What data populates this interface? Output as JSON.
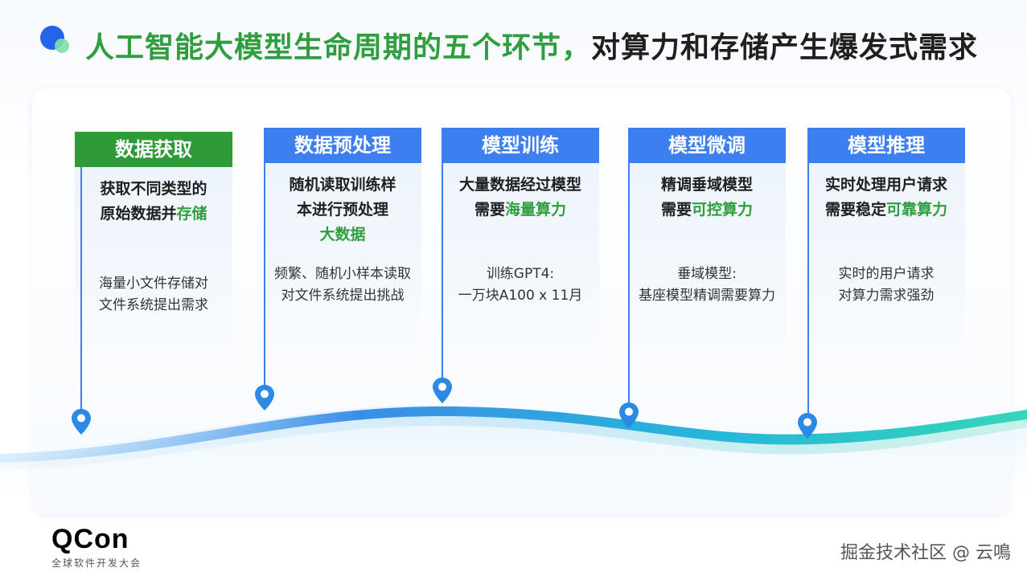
{
  "title": {
    "green": "人工智能大模型生命周期的五个环节，",
    "dark": "对算力和存储产生爆发式需求"
  },
  "stages": [
    {
      "header": "数据获取",
      "header_color": "#2f9a38",
      "main_lines": [
        {
          "text": "获取不同类型的",
          "hl": ""
        },
        {
          "text": "原始数据并",
          "hl": "存储"
        }
      ],
      "sub_lines": [
        "海量小文件存储对",
        "文件系统提出需求"
      ]
    },
    {
      "header": "数据预处理",
      "header_color": "#3d7ff0",
      "main_lines": [
        {
          "text": "随机读取训练样",
          "hl": ""
        },
        {
          "text": "本进行预处理",
          "hl": ""
        },
        {
          "text": "",
          "hl": "大数据"
        }
      ],
      "sub_lines": [
        "频繁、随机小样本读取",
        "对文件系统提出挑战"
      ]
    },
    {
      "header": "模型训练",
      "header_color": "#3d7ff0",
      "main_lines": [
        {
          "text": "大量数据经过模型",
          "hl": ""
        },
        {
          "text": "需要",
          "hl": "海量算力"
        }
      ],
      "sub_lines": [
        "训练GPT4:",
        "一万块A100 x 11月"
      ]
    },
    {
      "header": "模型微调",
      "header_color": "#3d7ff0",
      "main_lines": [
        {
          "text": "精调垂域模型",
          "hl": ""
        },
        {
          "text": "需要",
          "hl": "可控算力"
        }
      ],
      "sub_lines": [
        "垂域模型:",
        "基座模型精调需要算力"
      ]
    },
    {
      "header": "模型推理",
      "header_color": "#3d7ff0",
      "main_lines": [
        {
          "text": "实时处理用户请求",
          "hl": ""
        },
        {
          "text": "需要稳定",
          "hl": "可靠算力"
        }
      ],
      "sub_lines": [
        "实时的用户请求",
        "对算力需求强劲"
      ]
    }
  ],
  "logo": {
    "main": "QCon",
    "sub": "全球软件开发大会"
  },
  "watermark": "掘金技术社区 @ 云鳴",
  "colors": {
    "green": "#2f9e3f",
    "blue": "#3d7ff0"
  }
}
